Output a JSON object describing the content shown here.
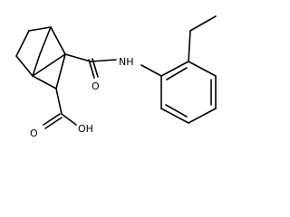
{
  "structure": {
    "atom_labels": {
      "amide_nitrogen": "NH",
      "carbonyl_oxygen_amide": "O",
      "carbonyl_oxygen_acid": "O",
      "hydroxyl": "OH"
    },
    "colors": {
      "bonds": "#000000",
      "labels": "#000000",
      "background": "#ffffff"
    }
  }
}
